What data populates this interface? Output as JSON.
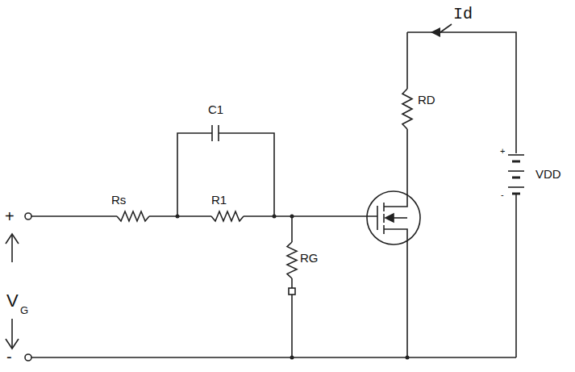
{
  "diagram": {
    "labels": [
      "Id",
      "C1",
      "RD",
      "Rs",
      "R1",
      "VDD",
      "+",
      "-",
      "RG",
      "+",
      "V",
      "G",
      "-"
    ]
  }
}
